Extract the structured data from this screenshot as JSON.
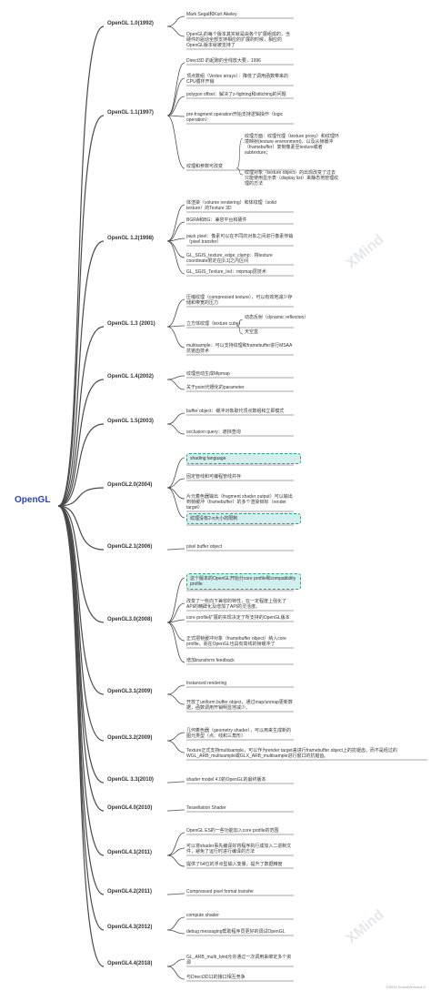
{
  "root": "OpenGL",
  "versions": [
    {
      "label": "OpenGL 1.0(1992)",
      "items": [
        {
          "text": "Mark Segal和Kurt Akeley"
        },
        {
          "text": "OpenGL的每个版本其实就是由各个扩展组成的，当硬件的驱动全部支持相应的扩展的时候，相应的OpenGL版本就被支持了"
        }
      ]
    },
    {
      "label": "OpenGL 1.1(1997)",
      "items": [
        {
          "text": "Direct3D 的起跑的全线放大要，1996"
        },
        {
          "text": "顶点数组（Vertex arrays）：降低了调用函数带来的CPU循环开销"
        },
        {
          "text": "polygon offset：解决了z-fighting和stitching的问题"
        },
        {
          "text": "pre-fragment operation开始支持逻辑操作（logic operation）"
        },
        {
          "text": "纹理和参数可改变",
          "children": [
            {
              "text": "纹理方面：纹理代理（texture proxy）和纹理环境映射(texture environment)，以及从帧缓冲（framebuffer）复制像素至texture或者subtexture；"
            },
            {
              "text": "纹理对象（texture object）的出现改变了过去只能使用显示表（display list）来静态地管理纹理的方法"
            }
          ]
        }
      ]
    },
    {
      "label": "OpenGL 1.2(1998)",
      "items": [
        {
          "text": "体渲染（volume rendering）和体纹理（solid texture）的Texture 3D"
        },
        {
          "text": "BGRA和BG：兼容平台和硬件"
        },
        {
          "text": "pack pixel：像素可以在不同的对象之间进行像素传输（pixel transfer）"
        },
        {
          "text": "GL_SGIS_texture_edge_clamp：将texture coordinate限定在[0,1]之内区间"
        },
        {
          "text": "GL_SGIS_Texture_lod：mipmap层技术"
        }
      ]
    },
    {
      "label": "OpenGL 1.3 (2001)",
      "items": [
        {
          "text": "压缩纹理（compressed texture），可以有效地减少存储和带宽的压力"
        },
        {
          "text": "立方体纹理（texture cube）",
          "children": [
            {
              "text": "动态反射（dynamic reflection）"
            },
            {
              "text": "天空盒"
            }
          ]
        },
        {
          "text": "multisample：可以支持纹理和framebuffer进行MSAA抗锯齿技术"
        }
      ]
    },
    {
      "label": "OpenGL 1.4(2002)",
      "items": [
        {
          "text": "纹理自动生成Mipmap"
        },
        {
          "text": "关于point光栅化的parameter"
        }
      ]
    },
    {
      "label": "OpenGL 1.5(2003)",
      "items": [
        {
          "text": "buffer object：缓冲对象取代顶点数组和立即模式"
        },
        {
          "text": "occlusion query：遮挡查询"
        }
      ]
    },
    {
      "label": "OpenGL2.0(2004)",
      "items": [
        {
          "text": "shading language",
          "highlight": true
        },
        {
          "text": "固定管线和可编程管线并存"
        },
        {
          "text": "片元着色器输出（fragment shader output）可以输出到帧缓冲（framebuffer）的多个渲染目标（render target）"
        },
        {
          "text": "纹理没有2-n大小的限制",
          "highlight": true
        }
      ]
    },
    {
      "label": "OpenGL2.1(2006)",
      "items": [
        {
          "text": "pixel buffer object"
        }
      ]
    },
    {
      "label": "OpenGL3.0(2008)",
      "items": [
        {
          "text": "这个版本的OpenGL开始分core profile和compatibility profile",
          "highlight": true
        },
        {
          "text": "改变了一些向下兼容的特性，在一定程度上强化了API的精辟化及增加了API的灵活度。"
        },
        {
          "text": "core profile扩展的实现决定了所支持的OpenGL版本"
        },
        {
          "text": "正式把帧缓冲对象（framebuffer object）纳入core profile，而在OpenGL也具有高线的帧缓冲了"
        },
        {
          "text": "增加transform feedback"
        }
      ]
    },
    {
      "label": "OpenGL3.1(2009)",
      "items": [
        {
          "text": "Instanced rendering"
        },
        {
          "text": "开放了uniform buffer object，通过map/unmap更新数据，函数调用开销明显地减少。"
        }
      ]
    },
    {
      "label": "OpenGL3.2(2009)",
      "items": [
        {
          "text": "几何着色器（geometry shader），可以用来生成新的图元类型（点、线和三角形）"
        },
        {
          "text": "Texture正式支持multisample，可以作为render target来进行framebuffer object上的抗锯齿，而不是经过的WGL_ARB_multisample或GLX_ARB_multisample进行窗口的抗锯齿。"
        }
      ]
    },
    {
      "label": "OpenGL 3.3(2010)",
      "items": [
        {
          "text": "shader model 4.0的OpenGL的最终版本"
        }
      ]
    },
    {
      "label": "OpenGL4.0(2010)",
      "items": [
        {
          "text": "Tessellation Shader"
        }
      ]
    },
    {
      "label": "OpenGL4.1(2011)",
      "items": [
        {
          "text": "OpenGL ES的一些功能加入core profile的范围"
        },
        {
          "text": "可以将shader事先编译好将程序执行成加入二进制文件，避免了运行时进行编译的方法"
        },
        {
          "text": "提供了64位的浮点型输入变量，提升了数据精度"
        }
      ]
    },
    {
      "label": "OpenGL4.2(2011)",
      "items": [
        {
          "text": "Compressed pixel format transfer"
        }
      ]
    },
    {
      "label": "OpenGL4.3(2012)",
      "items": [
        {
          "text": "compute shader"
        },
        {
          "text": "debug messaging帮助程序员更好的调试OpenGL"
        }
      ]
    },
    {
      "label": "OpenGL4.4(2018)",
      "items": [
        {
          "text": "GL_ARB_multi_bind允许通过一次调用来绑定多个资源"
        },
        {
          "text": "与Direct3D11的接口相互竞争"
        }
      ]
    }
  ],
  "watermark": "XMind",
  "footer_mark": "©2019 XmindVersion4.0"
}
